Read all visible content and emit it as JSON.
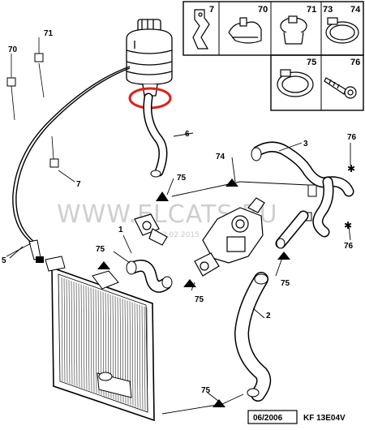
{
  "watermark": "WWW.ELCATS.RU",
  "watermark_date": "2.02.2015",
  "footer": {
    "date": "06/2006",
    "code": "KF 13E04V"
  },
  "highlight_color": "#e0201e",
  "callouts": {
    "l70": "70",
    "l71": "71",
    "l7": "7",
    "l5": "5",
    "l6": "6",
    "l3": "3",
    "l74": "74",
    "l75a": "75",
    "l75b": "75",
    "l75c": "75",
    "l75d": "75",
    "l75e": "75",
    "l76a": "76",
    "l76b": "76",
    "l1": "1",
    "l2": "2"
  },
  "parts_table": {
    "top_row": [
      "7",
      "70",
      "71",
      "73",
      "74"
    ],
    "bottom_row": [
      "75",
      "76"
    ]
  }
}
